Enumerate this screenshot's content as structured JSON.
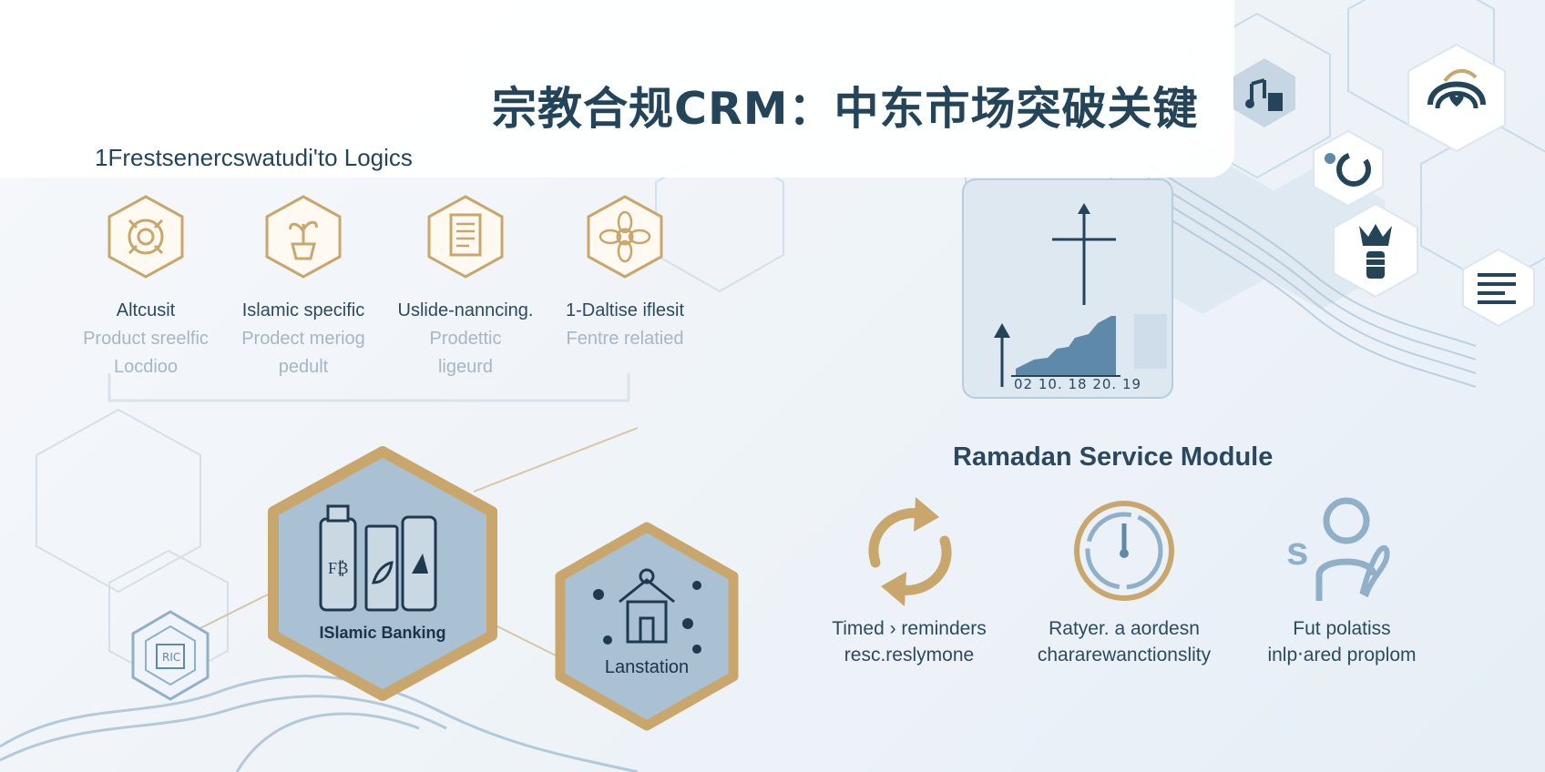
{
  "title": "宗教合规CRM：中东市场突破关键",
  "section_title": "1Frestsenercswatudi'to Logics",
  "features": [
    {
      "icon": "gear-hexagon-icon",
      "label": "Altcusit",
      "line2": "Product sreelfic",
      "line3": "Locdioo"
    },
    {
      "icon": "plant-hexagon-icon",
      "label": "Islamic specific",
      "line2": "Prodect meriog",
      "line3": "pedult"
    },
    {
      "icon": "document-hexagon-icon",
      "label": "Uslide-nanncing.",
      "line2": "Prodettic",
      "line3": "ligeurd"
    },
    {
      "icon": "flower-hexagon-icon",
      "label": "1-Daltise iflesit",
      "line2": "Fentre relatied",
      "line3": ""
    }
  ],
  "hexagons": {
    "banking_label": "ISlamic Banking",
    "station_label": "Lanstation"
  },
  "chart_ticks": "02  10.  18  20.  19",
  "ramadan": {
    "title": "Ramadan Service Module",
    "items": [
      {
        "icon": "refresh-arrows-icon",
        "line1": "Timed › reminders",
        "line2": "resc.reslymone"
      },
      {
        "icon": "clock-icon",
        "line1": "Ratyer. a aordesn",
        "line2": "chararewanctionslity"
      },
      {
        "icon": "user-signature-icon",
        "line1": "Fut polatiss",
        "line2": "inlp‧ared proplom"
      }
    ]
  },
  "colors": {
    "gold": "#c9a66b",
    "steel_blue": "#8fb0c8",
    "navy": "#24445a",
    "hex_fill": "#a9c1d3"
  }
}
